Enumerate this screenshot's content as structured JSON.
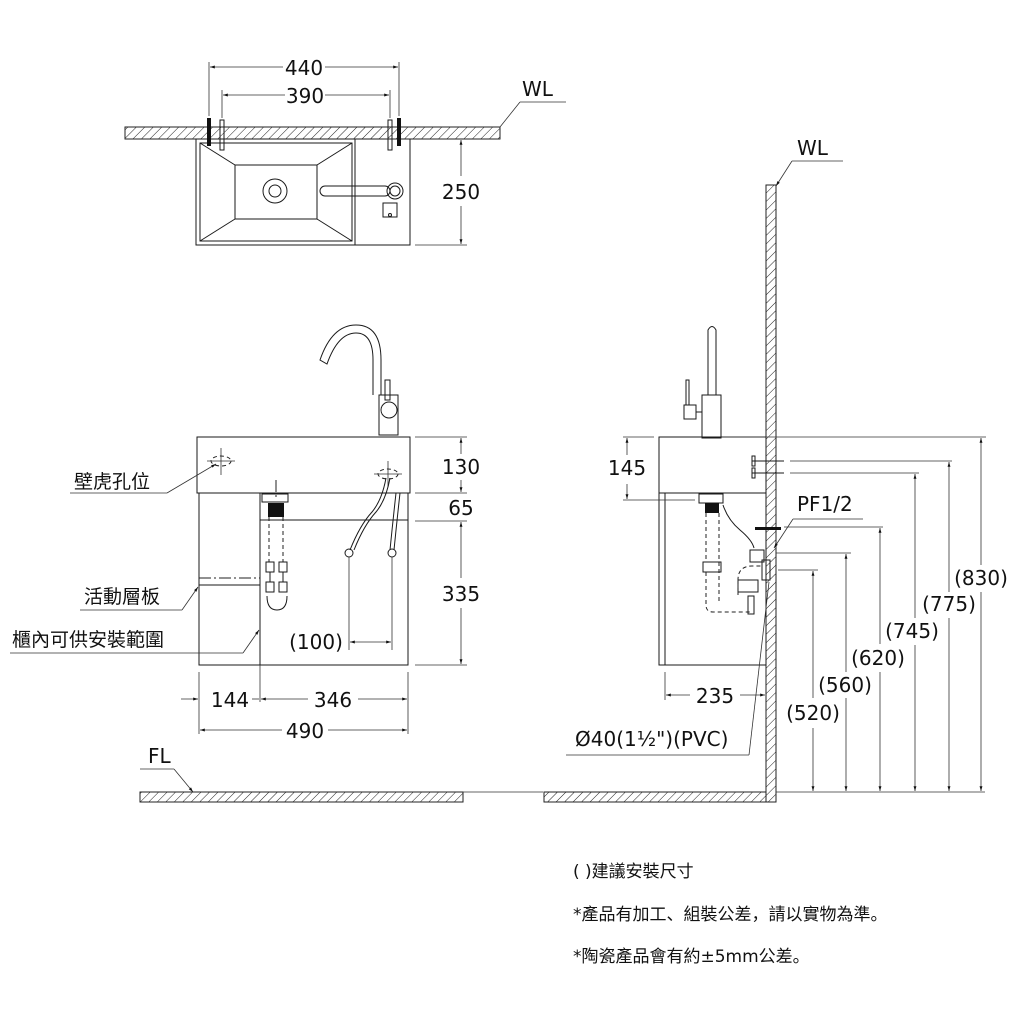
{
  "top_view": {
    "wall_label": "WL",
    "dim_outer_width": "440",
    "dim_inner_width": "390",
    "dim_depth": "250"
  },
  "front_view": {
    "label_anchor_holes": "壁虎孔位",
    "label_adjustable_shelf": "活動層板",
    "label_install_range": "櫃內可供安裝範圍",
    "dim_top_height": "130",
    "dim_gap": "65",
    "dim_cabinet_height": "335",
    "dim_supply_spacing": "(100)",
    "dim_left": "144",
    "dim_right": "346",
    "dim_total_width": "490",
    "floor_label": "FL"
  },
  "side_view": {
    "wall_label": "WL",
    "dim_top_height": "145",
    "label_supply_thread": "PF1/2",
    "dim_drain_offset": "235",
    "label_drain_pipe": "Ø40(1½\")(PVC)",
    "heights": [
      "(830)",
      "(775)",
      "(745)",
      "(620)",
      "(560)",
      "(520)"
    ]
  },
  "notes": [
    "( )建議安裝尺寸",
    "*產品有加工、組裝公差，請以實物為準。",
    "*陶瓷產品會有約±5mm公差。"
  ]
}
